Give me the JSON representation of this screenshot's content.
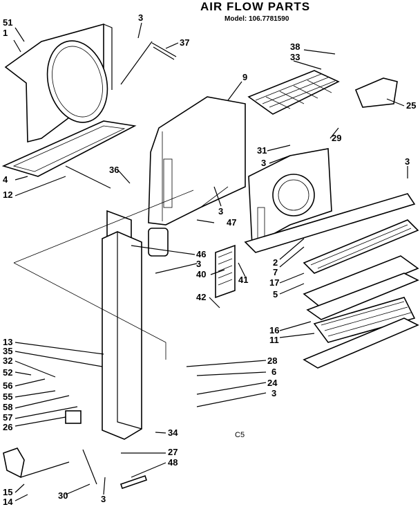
{
  "header": {
    "title": "AIR FLOW PARTS",
    "model": "Model: 106.7781590"
  },
  "corner_code": "C5",
  "callouts": {
    "c51": "51",
    "c1": "1",
    "c3a": "3",
    "c37": "37",
    "c9": "9",
    "c38": "38",
    "c33": "33",
    "c25": "25",
    "c29": "29",
    "c31": "31",
    "c3b": "3",
    "c3c": "3",
    "c4": "4",
    "c12": "12",
    "c36": "36",
    "c3d": "3",
    "c47": "47",
    "c46": "46",
    "c3e": "3",
    "c40": "40",
    "c41": "41",
    "c42": "42",
    "c2": "2",
    "c7": "7",
    "c17": "17",
    "c5": "5",
    "c16": "16",
    "c11": "11",
    "c13": "13",
    "c35": "35",
    "c32": "32",
    "c52": "52",
    "c56": "56",
    "c55": "55",
    "c58": "58",
    "c57": "57",
    "c26": "26",
    "c28": "28",
    "c6": "6",
    "c24": "24",
    "c3f": "3",
    "c34": "34",
    "c27": "27",
    "c48": "48",
    "c15": "15",
    "c14": "14",
    "c30": "30",
    "c3g": "3"
  }
}
